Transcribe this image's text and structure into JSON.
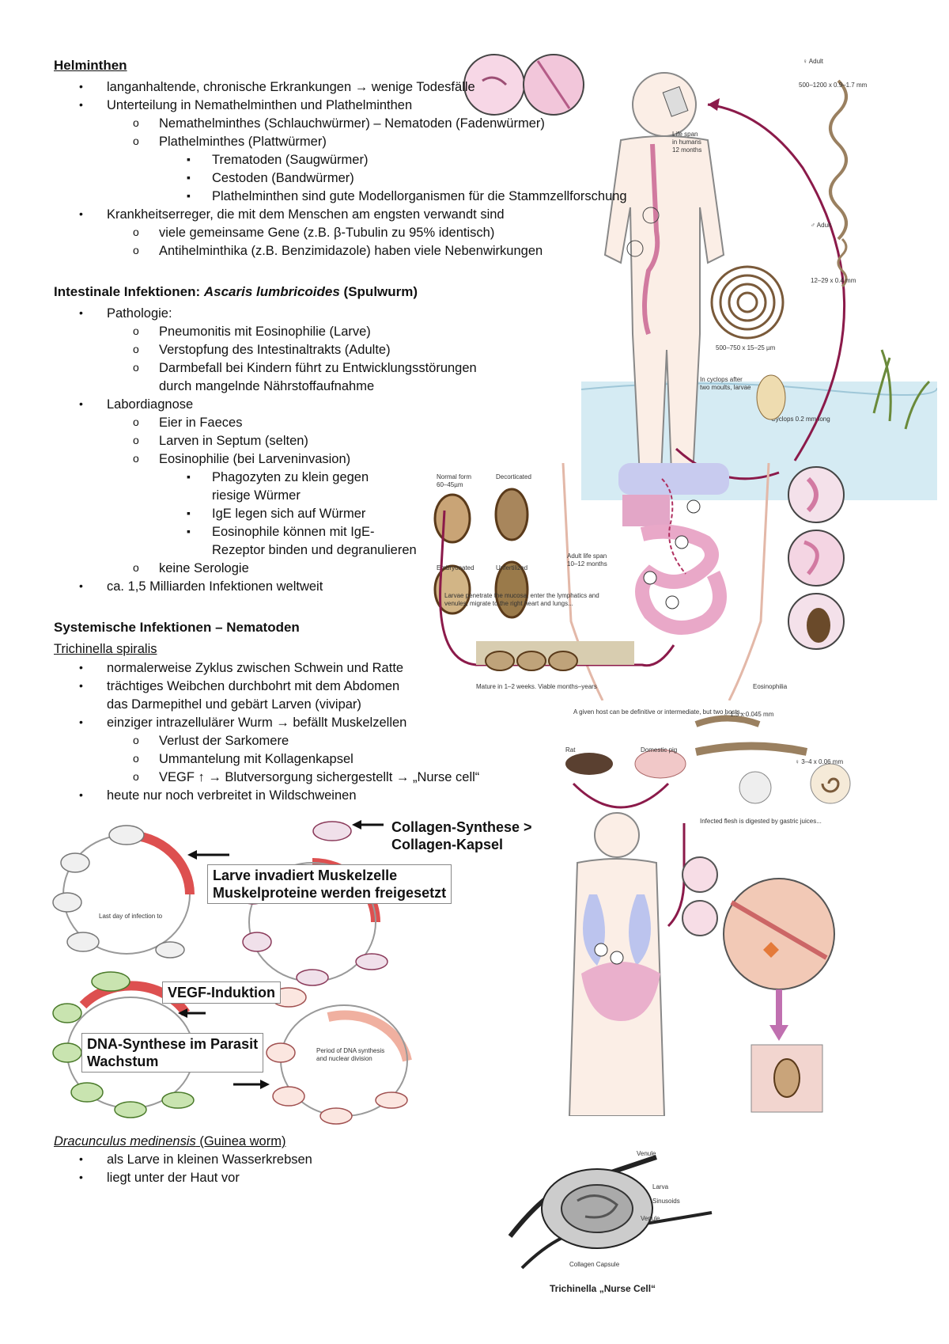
{
  "section1": {
    "title": "Helminthen",
    "items": [
      {
        "level": 1,
        "text": "langanhaltende, chronische Erkrankungen → wenige Todesfälle"
      },
      {
        "level": 1,
        "text": "Unterteilung in Nemathelminthen und Plathelminthen"
      },
      {
        "level": 2,
        "text": "Nemathelminthes (Schlauchwürmer) – Nematoden (Fadenwürmer)"
      },
      {
        "level": 2,
        "text": "Plathelminthes (Plattwürmer)"
      },
      {
        "level": 3,
        "text": "Trematoden (Saugwürmer)"
      },
      {
        "level": 3,
        "text": "Cestoden (Bandwürmer)"
      },
      {
        "level": 3,
        "text": "Plathelminthen sind gute Modellorganismen für die Stammzellforschung"
      },
      {
        "level": 1,
        "text": "Krankheitserreger, die mit dem Menschen am engsten verwandt sind"
      },
      {
        "level": 2,
        "text": "viele gemeinsame Gene (z.B. β-Tubulin zu 95% identisch)"
      },
      {
        "level": 2,
        "text": "Antihelminthika (z.B. Benzimidazole) haben viele Nebenwirkungen"
      }
    ]
  },
  "section2": {
    "title_prefix": "Intestinale Infektionen: ",
    "title_italic": "Ascaris lumbricoides",
    "title_suffix": " (Spulwurm)",
    "items": [
      {
        "level": 1,
        "text": "Pathologie:"
      },
      {
        "level": 2,
        "text": "Pneumonitis mit Eosinophilie (Larve)"
      },
      {
        "level": 2,
        "text": "Verstopfung des Intestinaltrakts (Adulte)"
      },
      {
        "level": 2,
        "text": "Darmbefall bei Kindern führt zu Entwicklungsstörungen"
      },
      {
        "level": 0,
        "text": "durch mangelnde Nährstoffaufnahme",
        "indent": 2
      },
      {
        "level": 1,
        "text": "Labordiagnose"
      },
      {
        "level": 2,
        "text": "Eier in Faeces"
      },
      {
        "level": 2,
        "text": "Larven in Septum (selten)"
      },
      {
        "level": 2,
        "text": "Eosinophilie (bei Larveninvasion)"
      },
      {
        "level": 3,
        "text": "Phagozyten zu klein gegen"
      },
      {
        "level": 0,
        "text": "riesige Würmer",
        "indent": 3
      },
      {
        "level": 3,
        "text": "IgE legen sich auf Würmer"
      },
      {
        "level": 3,
        "text": "Eosinophile können mit IgE-"
      },
      {
        "level": 0,
        "text": "Rezeptor binden und degranulieren",
        "indent": 3
      },
      {
        "level": 2,
        "text": "keine Serologie"
      },
      {
        "level": 1,
        "text": "ca. 1,5 Milliarden Infektionen weltweit"
      }
    ]
  },
  "section3": {
    "title": "Systemische Infektionen – Nematoden",
    "subtitle": "Trichinella spiralis",
    "items": [
      {
        "level": 1,
        "text": "normalerweise Zyklus zwischen Schwein und Ratte"
      },
      {
        "level": 1,
        "text": "trächtiges Weibchen durchbohrt mit dem Abdomen"
      },
      {
        "level": 0,
        "text": "das Darmepithel und gebärt Larven (vivipar)",
        "indent": 1
      },
      {
        "level": 1,
        "text": "einziger intrazellulärer Wurm → befällt Muskelzellen"
      },
      {
        "level": 2,
        "text": "Verlust der Sarkomere"
      },
      {
        "level": 2,
        "text": "Ummantelung mit Kollagenkapsel"
      },
      {
        "level": 2,
        "text": "VEGF ↑ → Blutversorgung sichergestellt → „Nurse cell“"
      },
      {
        "level": 1,
        "text": "heute nur noch verbreitet in Wildschweinen"
      }
    ]
  },
  "section4": {
    "title_italic": "Dracunculus medinensis",
    "title_suffix": " (Guinea worm)",
    "items": [
      {
        "level": 1,
        "text": "als Larve in kleinen Wasserkrebsen"
      },
      {
        "level": 1,
        "text": "liegt unter der Haut vor"
      }
    ]
  },
  "figure_labels": {
    "collagen": "Collagen-Synthese >\nCollagen-Kapsel",
    "collagen_l1": "Collagen-Synthese >",
    "collagen_l2": "Collagen-Kapsel",
    "larve_l1": "Larve invadiert Muskelzelle",
    "larve_l2": "Muskelproteine werden freigesetzt",
    "vegf": "VEGF-Induktion",
    "dna_l1": "DNA-Synthese im Parasit",
    "dna_l2": "Wachstum",
    "nurse_caption": "Trichinella „Nurse Cell“",
    "nurse_venule1": "Venule",
    "nurse_larva": "Larva",
    "nurse_sinusoids": "Sinusoids",
    "nurse_venule2": "Venule",
    "nurse_capsule": "Collagen Capsule"
  },
  "colors": {
    "pink": "#e8a3c7",
    "red": "#d9534f",
    "arrow_purple": "#8b1a4a",
    "water": "#cfe6f0",
    "green": "#8fc26a"
  }
}
